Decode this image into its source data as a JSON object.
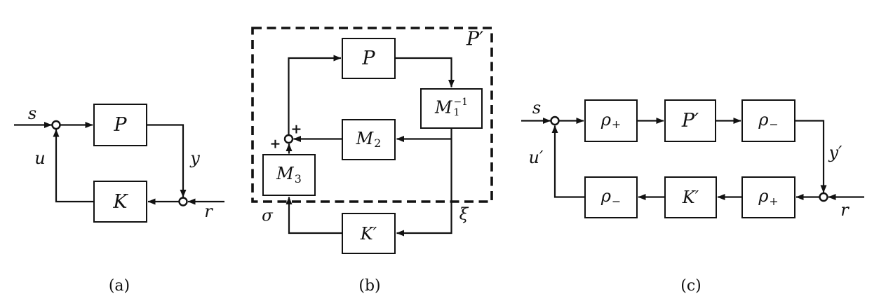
{
  "colors": {
    "ink": "#111111",
    "background": "#ffffff"
  },
  "figures": {
    "a": {
      "caption": "(a)",
      "blocks": {
        "P": "P",
        "K": "K"
      },
      "labels": {
        "s": "s",
        "u": "u",
        "y": "y",
        "r": "r"
      }
    },
    "b": {
      "caption": "(b)",
      "dashed_box_label": "P′",
      "blocks": {
        "P": "P",
        "M1inv": {
          "base": "M",
          "sub": "1",
          "sup": "−1"
        },
        "M2": {
          "base": "M",
          "sub": "2"
        },
        "M3": {
          "base": "M",
          "sub": "3"
        },
        "Kprime": "K′"
      },
      "labels": {
        "sigma": "σ",
        "xi": "ξ",
        "plus_top": "+",
        "plus_left": "+"
      }
    },
    "c": {
      "caption": "(c)",
      "blocks": {
        "rho_plus_top": {
          "base": "ρ",
          "sub": "+"
        },
        "Pprime": "P′",
        "rho_minus_top": {
          "base": "ρ",
          "sub": "−"
        },
        "rho_minus_bottom": {
          "base": "ρ",
          "sub": "−"
        },
        "Kprime": "K′",
        "rho_plus_bottom": {
          "base": "ρ",
          "sub": "+"
        }
      },
      "labels": {
        "s": "s",
        "u_prime": "u′",
        "y_prime": "y′",
        "r": "r"
      }
    }
  }
}
